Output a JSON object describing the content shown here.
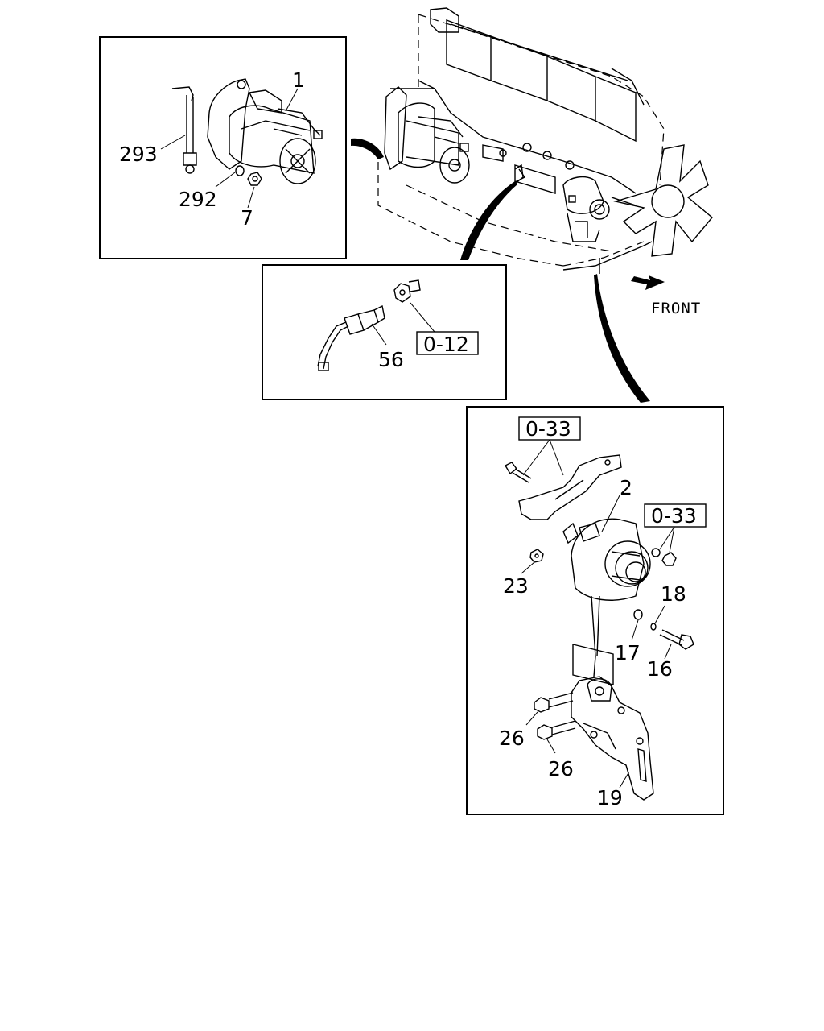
{
  "front_label": "FRONT",
  "callouts": {
    "c1": "1",
    "c293": "293",
    "c292": "292",
    "c7": "7",
    "c56": "56",
    "c2": "2",
    "c23": "23",
    "c18": "18",
    "c17": "17",
    "c16": "16",
    "c26a": "26",
    "c26b": "26",
    "c19": "19"
  },
  "refs": {
    "r012": "0-12",
    "r033a": "0-33",
    "r033b": "0-33"
  },
  "icons": [
    "front-arrow-icon"
  ]
}
